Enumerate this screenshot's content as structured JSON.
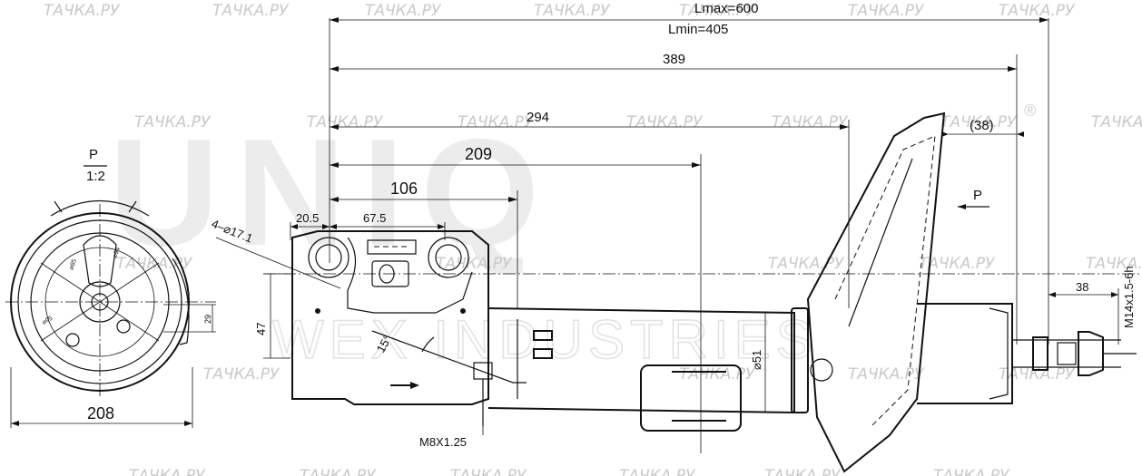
{
  "watermarks": {
    "brand_main": "UNIQ",
    "brand_reg": "®",
    "brand_sub": "WEX INDUSTRIES",
    "site": "ТАЧКА.РУ"
  },
  "dimensions": {
    "lmax": "Lmax=600",
    "lmin": "Lmin=405",
    "d389": "389",
    "d294": "294",
    "d209": "209",
    "d106": "106",
    "d20_5": "20.5",
    "d67_5": "67.5",
    "d38_ref": "(38)",
    "d38": "38",
    "d47": "47",
    "d51": "⌀51",
    "d208": "208",
    "d29": "29",
    "holes": "4–⌀17.1",
    "angle": "15°",
    "thread_stud": "M8X1.25",
    "thread_rod": "M14x1.5-6h"
  },
  "view_labels": {
    "p_view": "P",
    "p_scale": "1:2",
    "p_arrow": "P"
  },
  "detail_small": {
    "a": "⌀85",
    "b": "⌀94",
    "c": "⌀95"
  }
}
